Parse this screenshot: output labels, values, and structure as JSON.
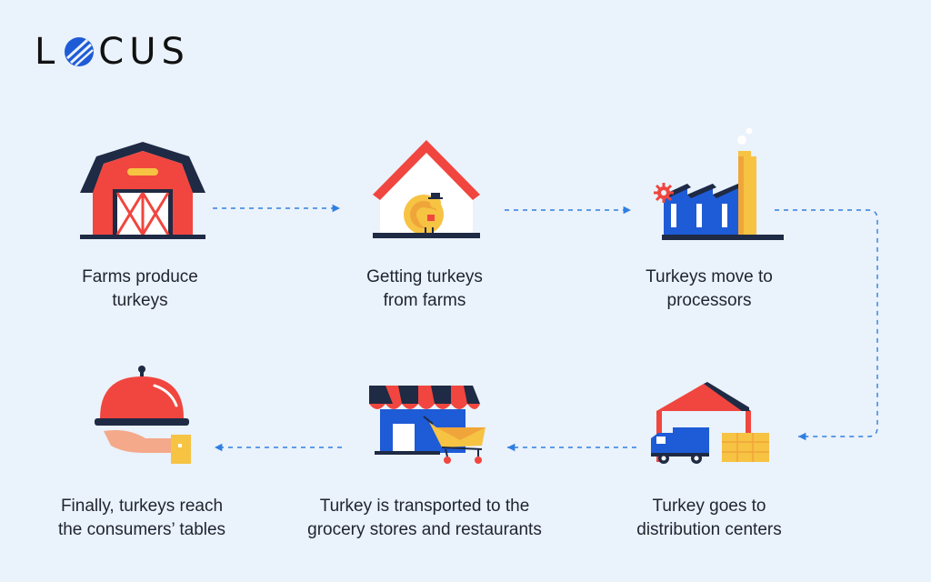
{
  "brand": {
    "name_prefix": "L",
    "name_suffix": "CUS",
    "accent": "#1e5bd6"
  },
  "colors": {
    "background": "#eaf2fb",
    "red": "#f0463f",
    "blue": "#1e5bd6",
    "yellow": "#f6c343",
    "navy": "#1f2a44",
    "arrow": "#2f7fe0"
  },
  "steps": [
    {
      "icon": "barn-icon",
      "line1": "Farms produce",
      "line2": "turkeys"
    },
    {
      "icon": "turkey-coop-icon",
      "line1": "Getting turkeys",
      "line2": "from farms"
    },
    {
      "icon": "factory-icon",
      "line1": "Turkeys move to",
      "line2": "processors"
    },
    {
      "icon": "truck-warehouse-icon",
      "line1": "Turkey goes to",
      "line2": "distribution centers"
    },
    {
      "icon": "store-cart-icon",
      "line1": "Turkey is transported to the",
      "line2": "grocery stores and restaurants"
    },
    {
      "icon": "serving-cloche-icon",
      "line1": "Finally, turkeys reach",
      "line2": "the consumers’ tables"
    }
  ]
}
